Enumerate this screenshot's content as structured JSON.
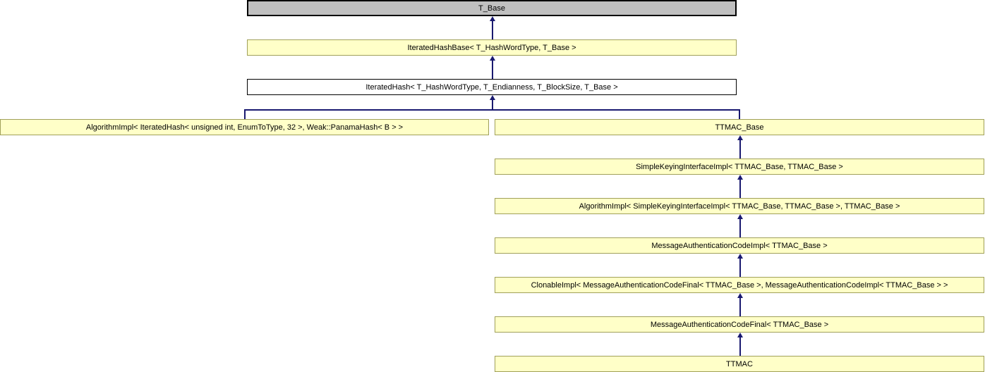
{
  "diagram": {
    "kind": "class-inheritance-graph",
    "colors": {
      "edge": "#191970",
      "node_fill": "#FFFFC8",
      "node_border": "#A0A05A",
      "selected_fill": "#C0C0C0",
      "selected_border": "#000000",
      "plain_fill": "#FFFFFF",
      "background": "#FFFFFF"
    },
    "nodes": [
      {
        "id": "t-base",
        "label": "T_Base",
        "style": "selected"
      },
      {
        "id": "iterated-hash-base",
        "label": "IteratedHashBase< T_HashWordType, T_Base >",
        "style": "default"
      },
      {
        "id": "iterated-hash",
        "label": "IteratedHash< T_HashWordType, T_Endianness, T_BlockSize, T_Base >",
        "style": "plain"
      },
      {
        "id": "algorithm-impl-panama",
        "label": "AlgorithmImpl< IteratedHash< unsigned int, EnumToType, 32 >, Weak::PanamaHash< B > >",
        "style": "default"
      },
      {
        "id": "ttmac-base",
        "label": "TTMAC_Base",
        "style": "default"
      },
      {
        "id": "simple-keying-interface-impl",
        "label": "SimpleKeyingInterfaceImpl< TTMAC_Base, TTMAC_Base >",
        "style": "default"
      },
      {
        "id": "algorithm-impl-ttmac",
        "label": "AlgorithmImpl< SimpleKeyingInterfaceImpl< TTMAC_Base, TTMAC_Base >, TTMAC_Base >",
        "style": "default"
      },
      {
        "id": "message-authentication-code-impl",
        "label": "MessageAuthenticationCodeImpl< TTMAC_Base >",
        "style": "default"
      },
      {
        "id": "clonable-impl",
        "label": "ClonableImpl< MessageAuthenticationCodeFinal< TTMAC_Base >, MessageAuthenticationCodeImpl< TTMAC_Base > >",
        "style": "default"
      },
      {
        "id": "message-authentication-code-final",
        "label": "MessageAuthenticationCodeFinal< TTMAC_Base >",
        "style": "default"
      },
      {
        "id": "ttmac",
        "label": "TTMAC",
        "style": "default"
      }
    ],
    "edges": [
      {
        "from": "iterated-hash-base",
        "to": "t-base"
      },
      {
        "from": "iterated-hash",
        "to": "iterated-hash-base"
      },
      {
        "from": "algorithm-impl-panama",
        "to": "iterated-hash"
      },
      {
        "from": "ttmac-base",
        "to": "iterated-hash"
      },
      {
        "from": "simple-keying-interface-impl",
        "to": "ttmac-base"
      },
      {
        "from": "algorithm-impl-ttmac",
        "to": "simple-keying-interface-impl"
      },
      {
        "from": "message-authentication-code-impl",
        "to": "algorithm-impl-ttmac"
      },
      {
        "from": "clonable-impl",
        "to": "message-authentication-code-impl"
      },
      {
        "from": "message-authentication-code-final",
        "to": "clonable-impl"
      },
      {
        "from": "ttmac",
        "to": "message-authentication-code-final"
      }
    ]
  }
}
